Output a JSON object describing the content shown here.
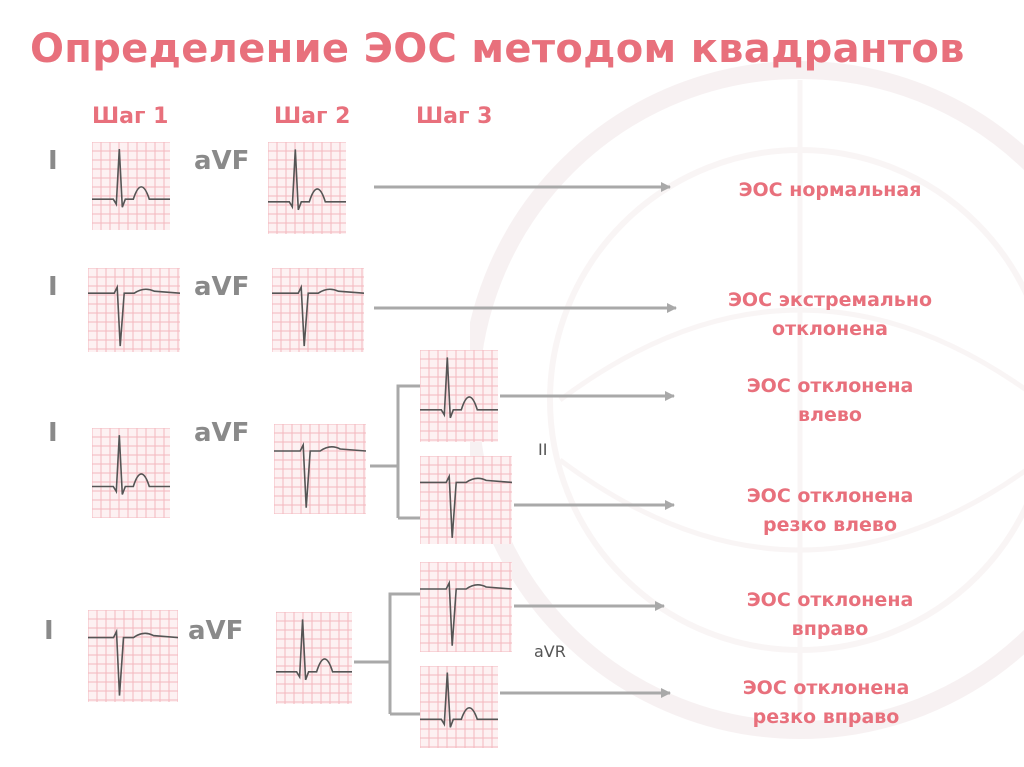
{
  "title": "Определение ЭОС методом квадрантов",
  "steps": [
    "Шаг 1",
    "Шаг 2",
    "Шаг 3"
  ],
  "leads": {
    "I": "I",
    "aVF": "aVF",
    "II": "II",
    "aVR": "aVR"
  },
  "results": [
    {
      "line1": "ЭОС нормальная",
      "line2": ""
    },
    {
      "line1": "ЭОС экстремально",
      "line2": "отклонена"
    },
    {
      "line1": "ЭОС отклонена",
      "line2": "влево"
    },
    {
      "line1": "ЭОС отклонена",
      "line2": "резко влево"
    },
    {
      "line1": "ЭОС отклонена",
      "line2": "вправо"
    },
    {
      "line1": "ЭОС отклонена",
      "line2": "резко вправо"
    }
  ],
  "colors": {
    "accent": "#e8707c",
    "grid": "#f3b7be",
    "trace": "#555555",
    "arrow": "#a9a9a9",
    "lead": "#8a8a8a"
  },
  "waveforms": {
    "row1_I": "positive",
    "row1_aVF": "positive",
    "row2_I": "negative",
    "row2_aVF": "negative",
    "row3_I": "positive",
    "row3_aVF": "negative",
    "row3_II_upper": "positive",
    "row3_II_lower": "negative",
    "row4_I": "negative",
    "row4_aVF": "positive",
    "row4_aVR_upper": "negative",
    "row4_aVR_lower": "positive"
  }
}
